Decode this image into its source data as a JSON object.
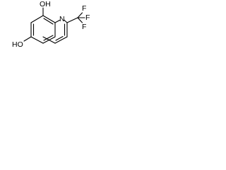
{
  "structure": {
    "atoms": {
      "top_hydroxyl": "OH",
      "bottom_hydroxyl": "HO",
      "ring_nitrogen": "N",
      "fluorine_top": "F",
      "fluorine_right": "F",
      "fluorine_bottom": "F"
    }
  }
}
